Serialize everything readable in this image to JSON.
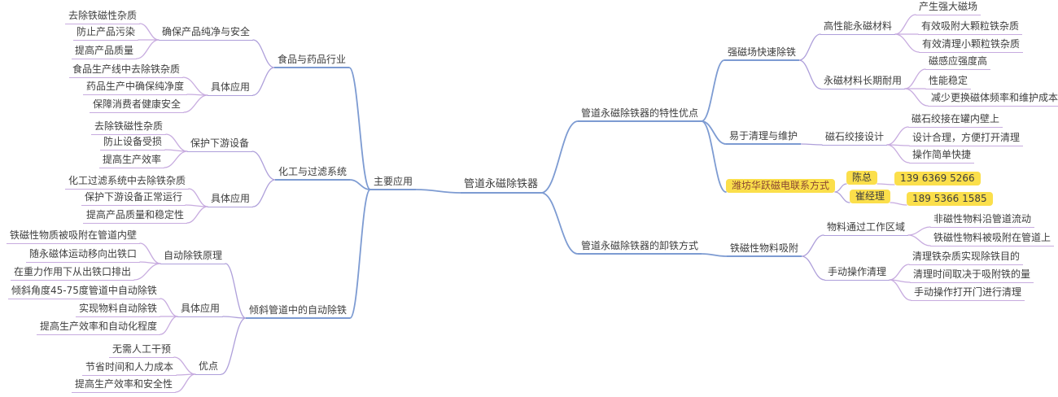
{
  "colors": {
    "edge_main": "#7d9bd2",
    "edge_mid": "#ae9fda",
    "edge_leaf": "#c7abdf",
    "highlight": "#fbdf4b",
    "highlight_title_text": "#8a4632",
    "text": "#3d3d3d",
    "background": "#ffffff"
  },
  "map": {
    "root": {
      "label": "管道永磁除铁器"
    },
    "applications": {
      "label": "主要应用",
      "food_pharma": {
        "label": "食品与药品行业",
        "purity": {
          "label": "确保产品纯净与安全",
          "leaves": [
            "去除铁磁性杂质",
            "防止产品污染",
            "提高产品质量"
          ]
        },
        "apps": {
          "label": "具体应用",
          "leaves": [
            "食品生产线中去除铁杂质",
            "药品生产中确保纯净度",
            "保障消费者健康安全"
          ]
        }
      },
      "chemical": {
        "label": "化工与过滤系统",
        "protect": {
          "label": "保护下游设备",
          "leaves": [
            "去除铁磁性杂质",
            "防止设备受损",
            "提高生产效率"
          ]
        },
        "apps": {
          "label": "具体应用",
          "leaves": [
            "化工过滤系统中去除铁杂质",
            "保护下游设备正常运行",
            "提高产品质量和稳定性"
          ]
        }
      },
      "inclined": {
        "label": "倾斜管道中的自动除铁",
        "principle": {
          "label": "自动除铁原理",
          "leaves": [
            "铁磁性物质被吸附在管道内壁",
            "随永磁体运动移向出铁口",
            "在重力作用下从出铁口排出"
          ]
        },
        "apps": {
          "label": "具体应用",
          "leaves": [
            "倾斜角度45-75度管道中自动除铁",
            "实现物料自动除铁",
            "提高生产效率和自动化程度"
          ]
        },
        "advantages": {
          "label": "优点",
          "leaves": [
            "无需人工干预",
            "节省时间和人力成本",
            "提高生产效率和安全性"
          ]
        }
      }
    },
    "features": {
      "label": "管道永磁除铁器的特性优点",
      "strong_field": {
        "label": "强磁场快速除铁",
        "high_performance": {
          "label": "高性能永磁材料",
          "leaves": [
            "产生强大磁场",
            "有效吸附大颗粒铁杂质",
            "有效清理小颗粒铁杂质"
          ]
        },
        "durable": {
          "label": "永磁材料长期耐用",
          "leaves": [
            "磁感应强度高",
            "性能稳定",
            "减少更换磁体频率和维护成本"
          ]
        }
      },
      "easy_maintain": {
        "label": "易于清理与维护",
        "hinge_design": {
          "label": "磁石绞接设计",
          "leaves": [
            "磁石绞接在罐内壁上",
            "设计合理，方便打开清理",
            "操作简单快捷"
          ]
        }
      },
      "contact": {
        "label": "潍坊华跃磁电联系方式",
        "chen": {
          "name": "陈总",
          "phone": "139 6369 5266"
        },
        "cui": {
          "name": "崔经理",
          "phone": "189 5366 1585"
        }
      }
    },
    "unloading": {
      "label": "管道永磁除铁器的卸铁方式",
      "adsorption": {
        "label": "铁磁性物料吸附",
        "through_zone": {
          "label": "物料通过工作区域",
          "leaves": [
            "非磁性物料沿管道流动",
            "铁磁性物料被吸附在管道上"
          ]
        },
        "manual_clean": {
          "label": "手动操作清理",
          "leaves": [
            "清理铁杂质实现除铁目的",
            "清理时间取决于吸附铁的量",
            "手动操作打开门进行清理"
          ]
        }
      }
    }
  }
}
